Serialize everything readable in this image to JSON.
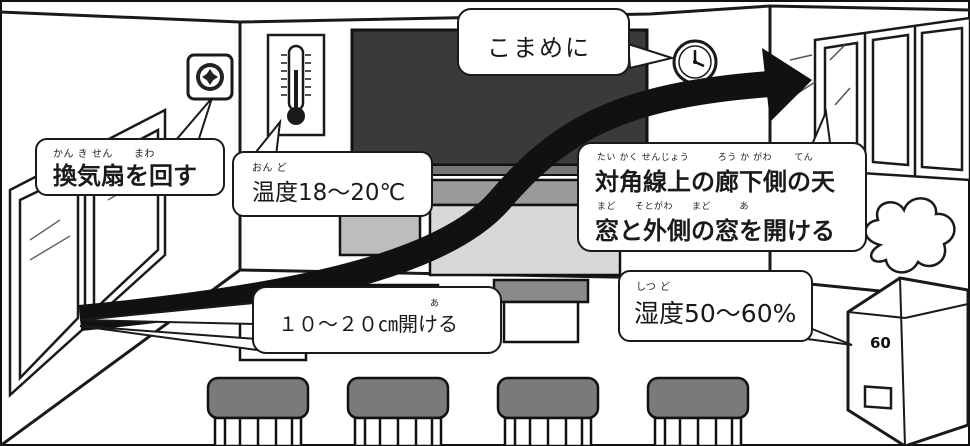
{
  "clock_label": "こまめに",
  "fan": {
    "ruby": "かん き せん　　まわ",
    "text": "換気扇を回す"
  },
  "temperature": {
    "ruby": "おん ど",
    "text": "温度18〜20℃"
  },
  "window_open": {
    "ruby": "あ",
    "text": "１０〜２０㎝開ける"
  },
  "diagonal": {
    "ruby1": "たい かく せんじょう　　　ろう か がわ　　 てん",
    "line1": "対角線上の廊下側の天",
    "ruby2": "まど　　そとがわ　　まど　　　あ",
    "line2": "窓と外側の窓を開ける"
  },
  "humidity": {
    "ruby": "しつ ど",
    "text": "湿度50〜60%"
  },
  "humidifier_display": "60",
  "icons": [
    "ventilation-fan-icon",
    "thermometer-icon",
    "wall-clock-icon",
    "humidifier-icon",
    "airflow-arrow-icon"
  ]
}
